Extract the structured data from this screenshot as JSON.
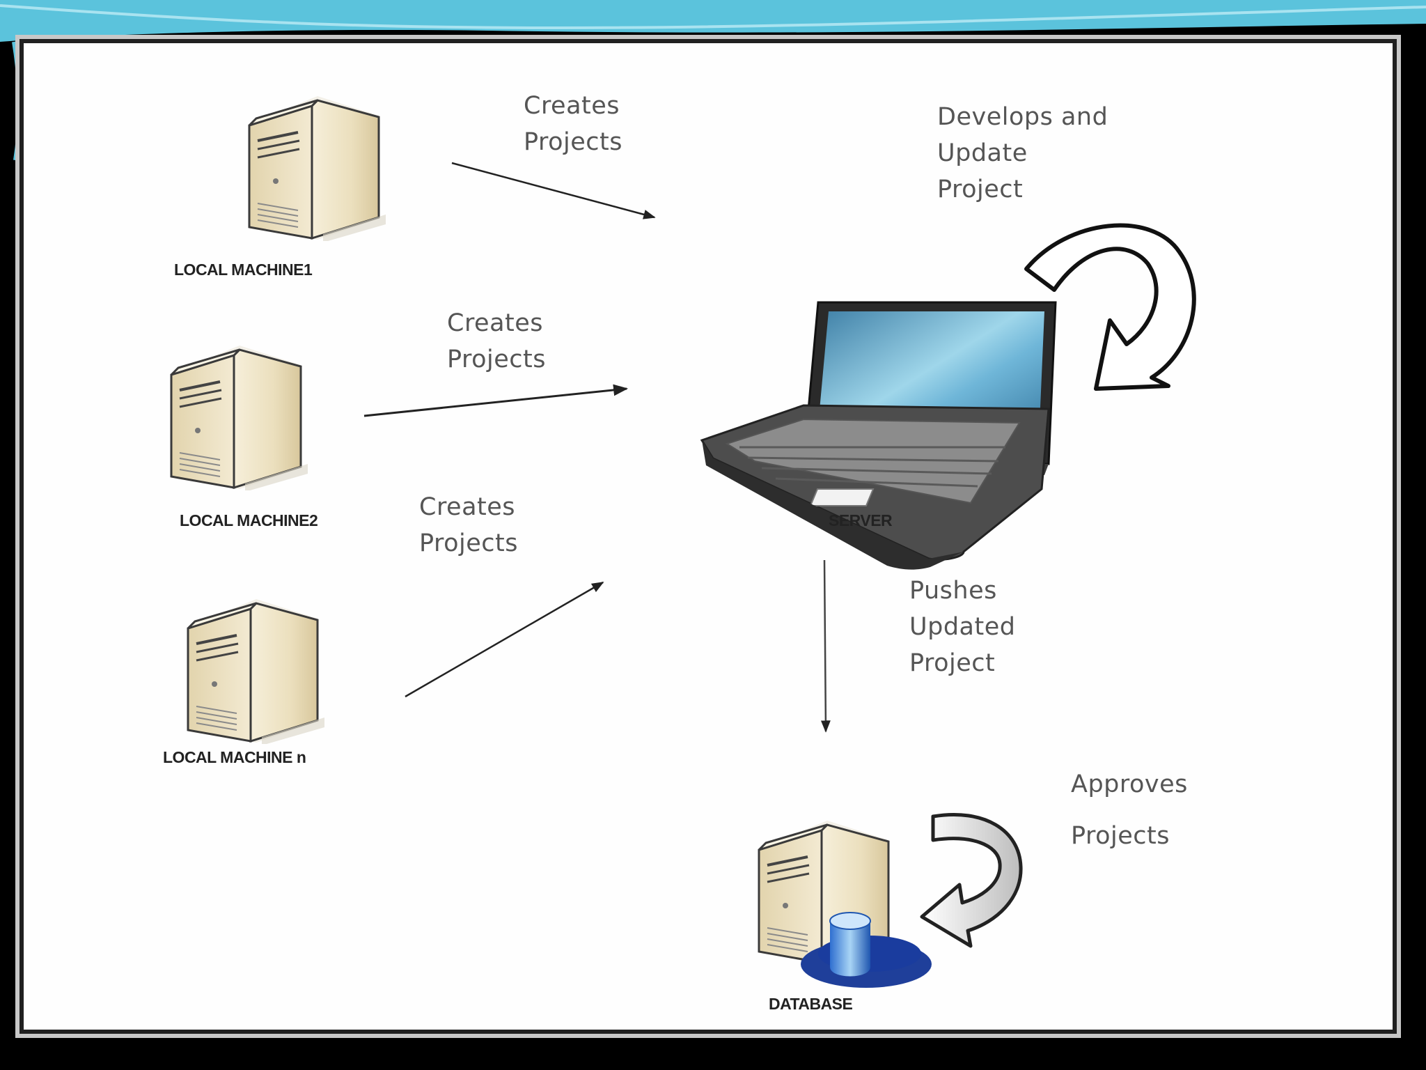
{
  "colors": {
    "slide_accent": "#5bc3dc",
    "slide_accent_dark": "#2e8fb3",
    "server_beige": "#ece1c3",
    "database_blue": "#1f5fc6",
    "screen_blue": "#6fb6d8",
    "label_text": "#555555"
  },
  "nodes": {
    "local1": {
      "label": "LOCAL MACHINE1",
      "icon": "tower-server-icon"
    },
    "local2": {
      "label": "LOCAL MACHINE2",
      "icon": "tower-server-icon"
    },
    "localn": {
      "label": "LOCAL MACHINE n",
      "icon": "tower-server-icon"
    },
    "server": {
      "label": "SERVER",
      "icon": "laptop-icon"
    },
    "database": {
      "label": "DATABASE",
      "icon": "database-server-icon"
    }
  },
  "edges": {
    "local1_to_server": "Creates\nProjects",
    "local2_to_server": "Creates\nProjects",
    "localn_to_server": "Creates\nProjects",
    "server_self": "Develops and\nUpdate\nProject",
    "server_to_database": "Pushes\nUpdated\nProject",
    "database_self_line1": "Approves",
    "database_self_line2": "Projects"
  }
}
